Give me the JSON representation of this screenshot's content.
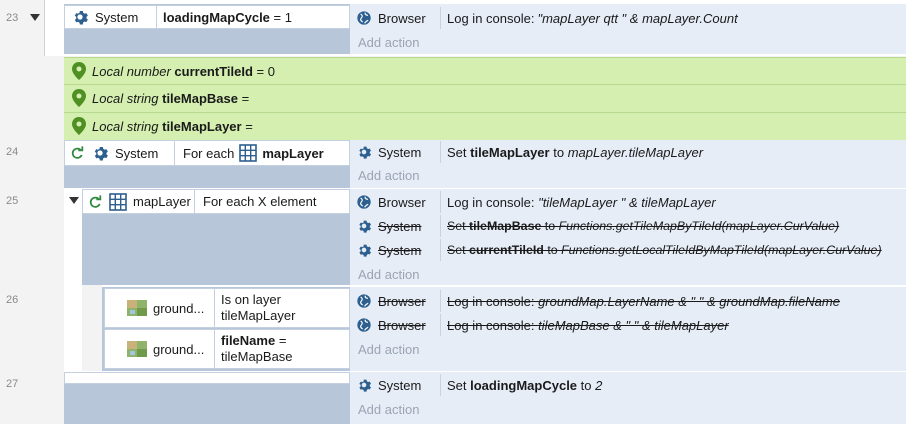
{
  "events": [
    {
      "number": "23",
      "condition": {
        "object": "System",
        "text_bold": "loadingMapCycle",
        "text_rest": "= 1"
      },
      "actions": [
        {
          "object": "Browser",
          "text": "Log in console: ",
          "text_i": "\"mapLayer qtt \" & mapLayer.Count"
        }
      ],
      "add_action": "Add action"
    },
    {
      "locals": [
        {
          "prefix": "Local number",
          "name": "currentTileId",
          "suffix": "= 0"
        },
        {
          "prefix": "Local string",
          "name": "tileMapBase",
          "suffix": "="
        },
        {
          "prefix": "Local string",
          "name": "tileMapLayer",
          "suffix": "="
        }
      ]
    },
    {
      "number": "24",
      "condition": {
        "object": "System",
        "text": "For each",
        "bold": "mapLayer"
      },
      "actions": [
        {
          "object": "System",
          "pre": "Set ",
          "bold": "tileMapLayer",
          "mid": " to ",
          "i": "mapLayer.tileMapLayer"
        }
      ],
      "add_action": "Add action"
    },
    {
      "number": "25",
      "condition": {
        "object": "mapLayer",
        "text": "For each X element"
      },
      "actions": [
        {
          "object": "Browser",
          "text": "Log in console: ",
          "i": "\"tileMapLayer \" & tileMapLayer"
        },
        {
          "object": "System",
          "pre": "Set ",
          "bold": "tileMapBase",
          "mid": " to ",
          "i": "Functions.getTileMapByTileId(mapLayer.CurValue)"
        },
        {
          "object": "System",
          "pre": "Set ",
          "bold": "currentTileId",
          "mid": " to ",
          "i": "Functions.getLocalTileIdByMapTileId(mapLayer.CurValue)"
        }
      ],
      "add_action": "Add action"
    },
    {
      "number": "26",
      "conditions": [
        {
          "object": "ground...",
          "line1": "Is on layer",
          "line2": "tileMapLayer"
        },
        {
          "object": "ground...",
          "bold": "fileName",
          "rest": "=",
          "line2": "tileMapBase"
        }
      ],
      "actions": [
        {
          "object": "Browser",
          "text": "Log in console: ",
          "i": "groundMap.LayerName & \" \" & groundMap.fileName"
        },
        {
          "object": "Browser",
          "text": "Log in console: ",
          "i": "tileMapBase & \" \" & tileMapLayer"
        }
      ],
      "add_action": "Add action"
    },
    {
      "number": "27",
      "actions": [
        {
          "object": "System",
          "pre": "Set ",
          "bold": "loadingMapCycle",
          "mid": " to ",
          "i": "2"
        }
      ],
      "add_action": "Add action"
    }
  ],
  "colors": {
    "condition_bg": "#b8c6da",
    "action_bg": "#e6edf7",
    "local_var_bg": "#d4efb0",
    "accent": "#2b6cb0"
  }
}
